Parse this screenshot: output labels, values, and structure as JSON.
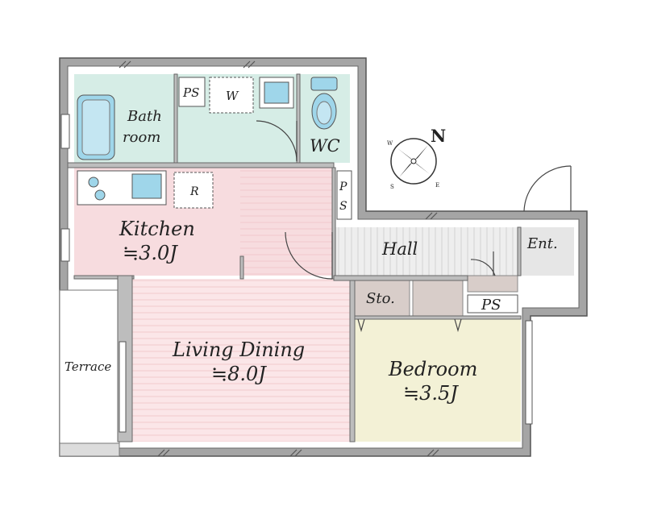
{
  "rooms": {
    "bath_1": "Bath",
    "bath_2": "room",
    "ps_top": "PS",
    "washer": "W",
    "wc": "WC",
    "refrigerator": "R",
    "ps_vert_p": "P",
    "ps_vert_s": "S",
    "kitchen": "Kitchen",
    "kitchen_size": "≒3.0J",
    "hall": "Hall",
    "entrance": "Ent.",
    "storage": "Sto.",
    "ps_entrance": "PS",
    "living": "Living Dining",
    "living_size": "≒8.0J",
    "bedroom": "Bedroom",
    "bedroom_size": "≒3.5J",
    "terrace": "Terrace"
  },
  "compass": {
    "north": "N",
    "east": "E",
    "south": "S",
    "west": "W"
  },
  "colors": {
    "wall": "#8f8f8f",
    "wall_inner": "#cfcfcf",
    "bath": "#d6ede6",
    "kitchen": "#f7dcdf",
    "living": "#fbe6e8",
    "hall": "#eeeeee",
    "bedroom": "#f3f1d6",
    "storage": "#d8cdc9",
    "fixture": "#9fd6ea"
  }
}
